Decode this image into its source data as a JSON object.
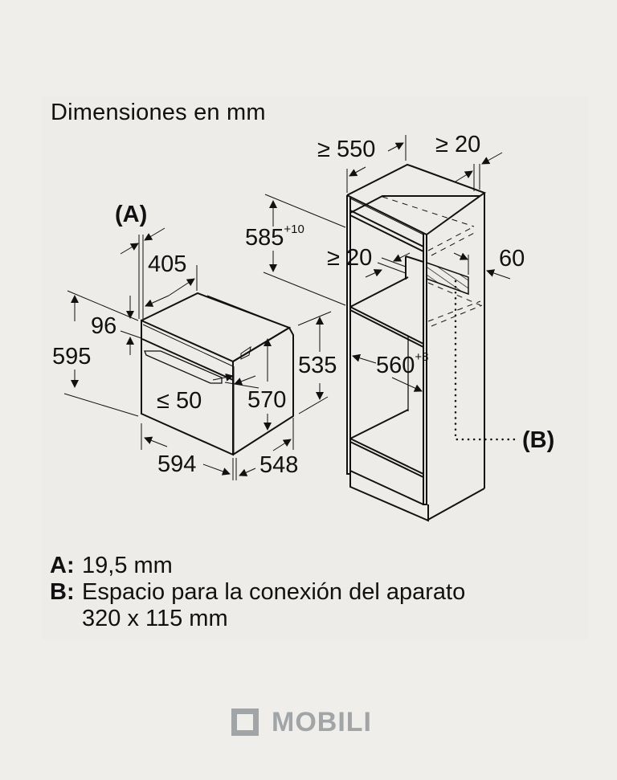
{
  "title": "Dimensiones en mm",
  "appliance_labels": {
    "a_marker": "(A)",
    "depth_top": "405",
    "panel_height": "96",
    "total_height": "595",
    "handle_offset": "≤ 50",
    "body_height": "570",
    "width": "594",
    "depth": "548",
    "side_height": "535"
  },
  "cabinet_labels": {
    "depth_min": "≥ 550",
    "back_gap": "≥ 20",
    "niche_height": "585",
    "niche_height_tol": "+10",
    "shelf_gap": "≥ 20",
    "rear_offset": "60",
    "niche_width": "560",
    "niche_width_tol": "+8",
    "b_marker": "(B)"
  },
  "legend": [
    {
      "key": "A:",
      "text": "19,5 mm"
    },
    {
      "key": "B:",
      "text": "Espacio para la conexión del aparato",
      "text2": "320 x 115 mm"
    }
  ],
  "logo": {
    "text": "MOBILI",
    "color": "#a1a5a7"
  },
  "colors": {
    "background": "#efeeea",
    "line": "#111111"
  }
}
